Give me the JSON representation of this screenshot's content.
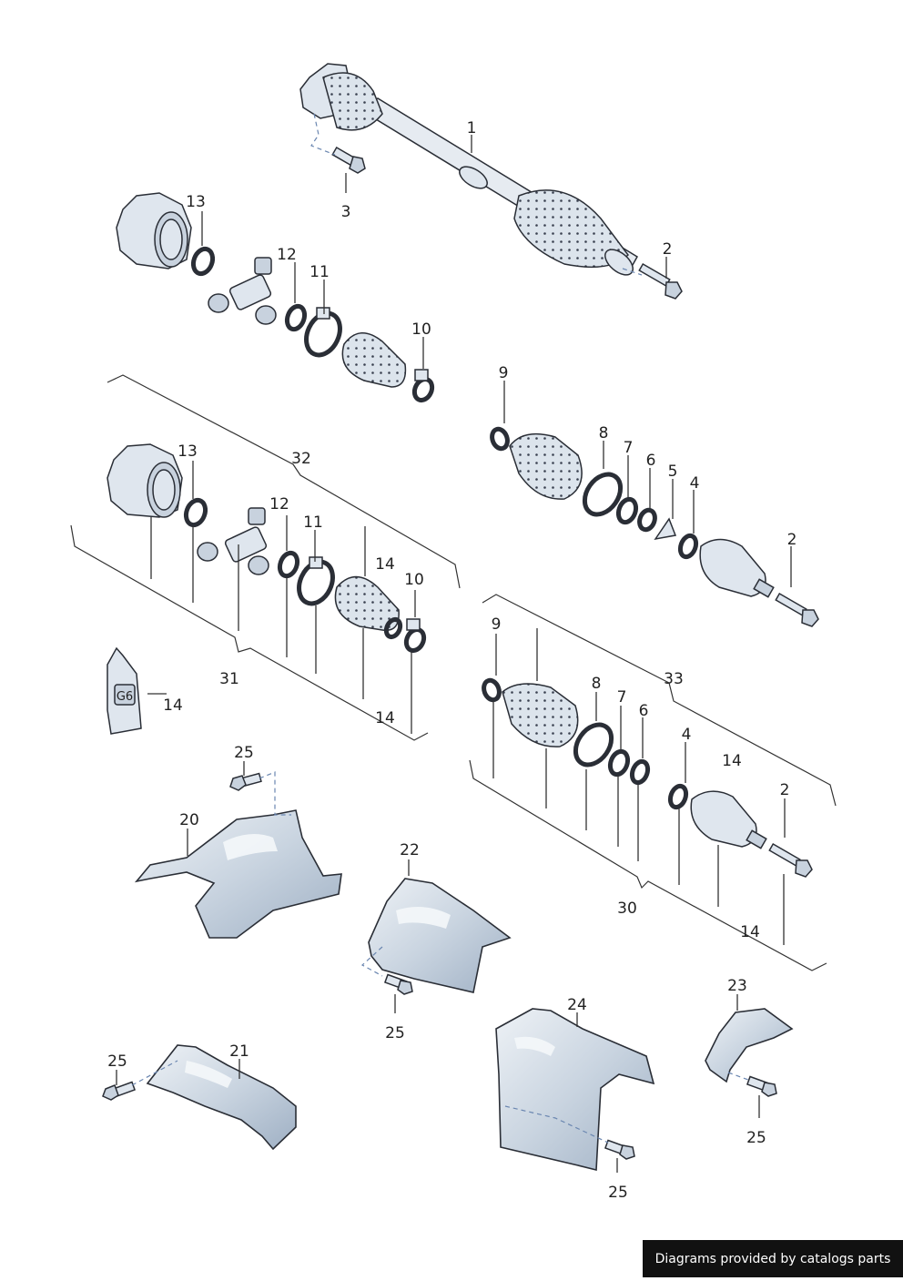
{
  "footer": {
    "text": "Diagrams provided by catalogs parts"
  },
  "callouts": {
    "c1": "1",
    "c2a": "2",
    "c2b": "2",
    "c2c": "2",
    "c3": "3",
    "c4a": "4",
    "c4b": "4",
    "c5": "5",
    "c6a": "6",
    "c6b": "6",
    "c7a": "7",
    "c7b": "7",
    "c8a": "8",
    "c8b": "8",
    "c9a": "9",
    "c9b": "9",
    "c10a": "10",
    "c10b": "10",
    "c11a": "11",
    "c11b": "11",
    "c12a": "12",
    "c12b": "12",
    "c13a": "13",
    "c13b": "13",
    "c14a": "14",
    "c14b": "14",
    "c14c": "14",
    "c14d": "14",
    "c14e": "14",
    "c20": "20",
    "c21": "21",
    "c22": "22",
    "c23": "23",
    "c24": "24",
    "c25a": "25",
    "c25b": "25",
    "c25c": "25",
    "c25d": "25",
    "c25e": "25",
    "c30": "30",
    "c31": "31",
    "c32": "32",
    "c33": "33"
  },
  "grease_tube_text": "G6"
}
